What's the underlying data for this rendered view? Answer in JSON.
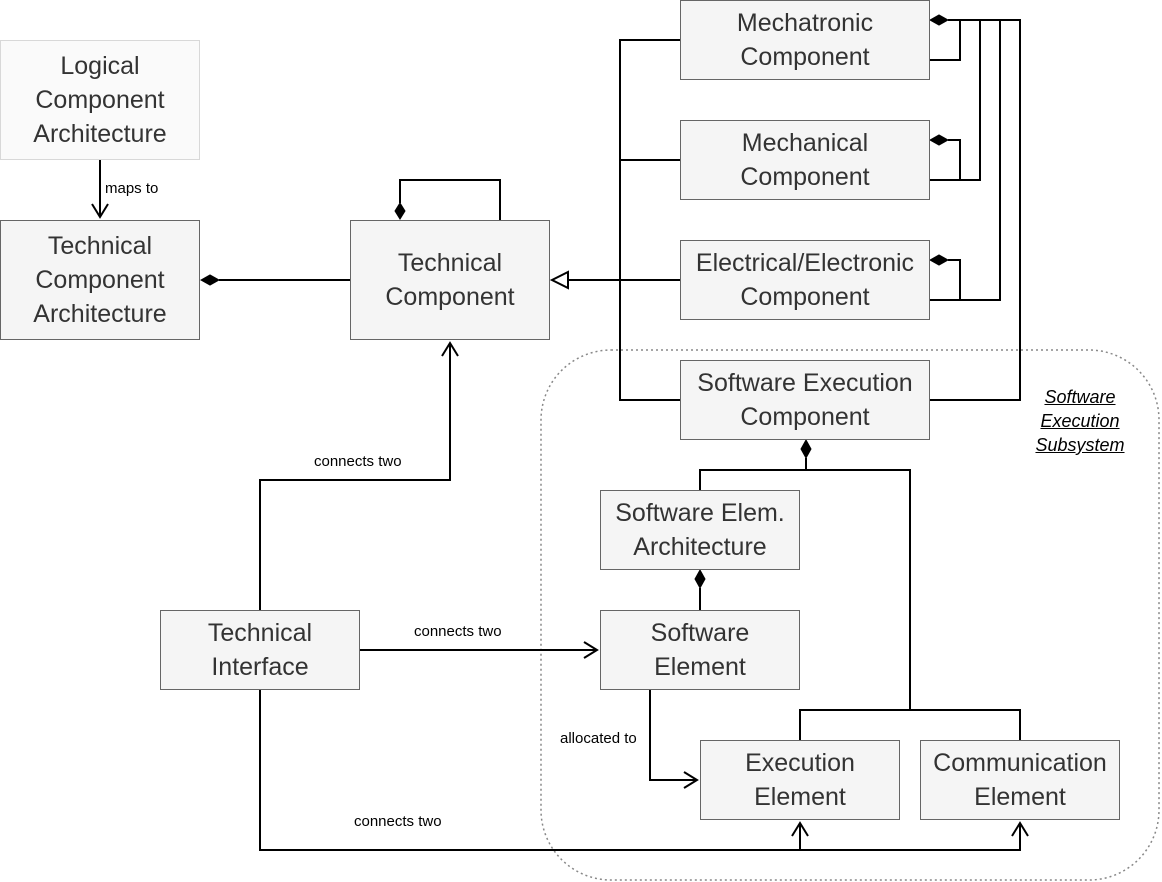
{
  "colors": {
    "box_fill": "#f5f5f5",
    "box_border": "#666666",
    "text": "#333333",
    "line": "#000000",
    "subsystem_border": "#888888"
  },
  "nodes": {
    "logical_component_architecture": "Logical\nComponent\nArchitecture",
    "technical_component_architecture": "Technical\nComponent\nArchitecture",
    "technical_component": "Technical\nComponent",
    "mechatronic_component": "Mechatronic\nComponent",
    "mechanical_component": "Mechanical\nComponent",
    "electrical_electronic_component": "Electrical/Electronic\nComponent",
    "software_execution_component": "Software Execution\nComponent",
    "software_element_architecture": "Software Elem.\nArchitecture",
    "software_element": "Software\nElement",
    "technical_interface": "Technical\nInterface",
    "execution_element": "Execution\nElement",
    "communication_element": "Communication\nElement"
  },
  "edge_labels": {
    "maps_to": "maps to",
    "connects_two_component": "connects two",
    "connects_two_software": "connects two",
    "connects_two_elements": "connects two",
    "allocated_to": "allocated to"
  },
  "subsystem": {
    "label": "Software\nExecution\nSubsystem"
  }
}
